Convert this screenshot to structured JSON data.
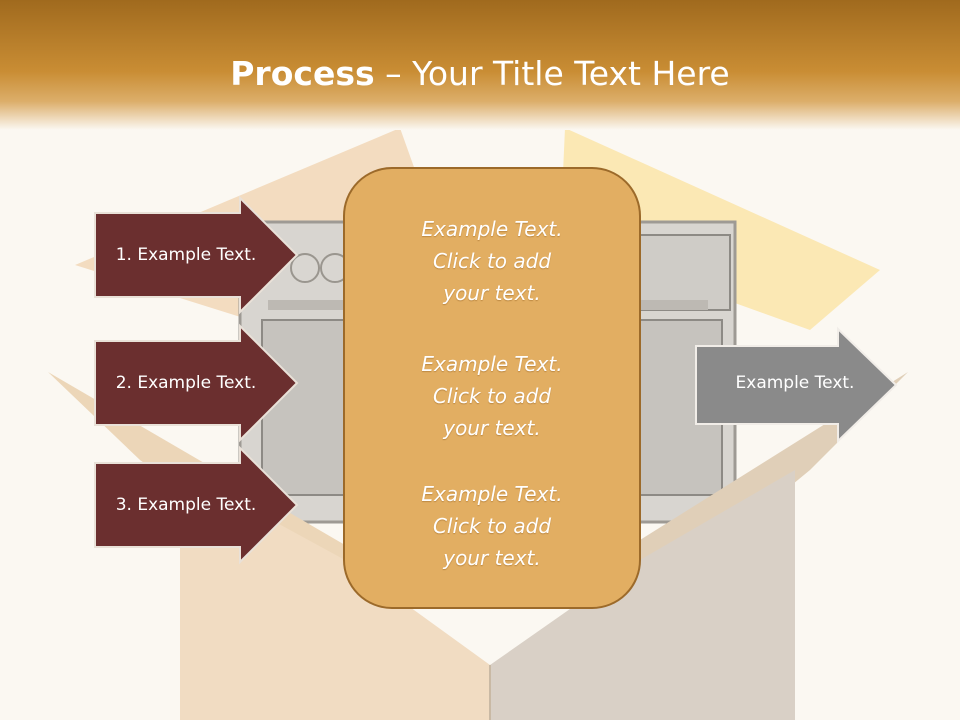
{
  "slide": {
    "title_bold": "Process",
    "title_rest": " – Your Title Text Here"
  },
  "left_arrows": [
    {
      "label": "1. Example Text."
    },
    {
      "label": "2. Example Text."
    },
    {
      "label": "3. Example Text."
    }
  ],
  "center_box": {
    "blocks": [
      {
        "lines": [
          "Example Text.",
          "Click  to add",
          "your text."
        ]
      },
      {
        "lines": [
          "Example Text.",
          "Click  to add",
          "your text."
        ]
      },
      {
        "lines": [
          "Example Text.",
          "Click  to add",
          "your text."
        ]
      }
    ]
  },
  "right_arrow": {
    "label": "Example Text."
  },
  "colors": {
    "header": "#c98d34",
    "left_arrow_fill": "#6b2f2f",
    "center_box_fill": "#e2ae62",
    "right_arrow_fill": "#8a8a8a"
  }
}
